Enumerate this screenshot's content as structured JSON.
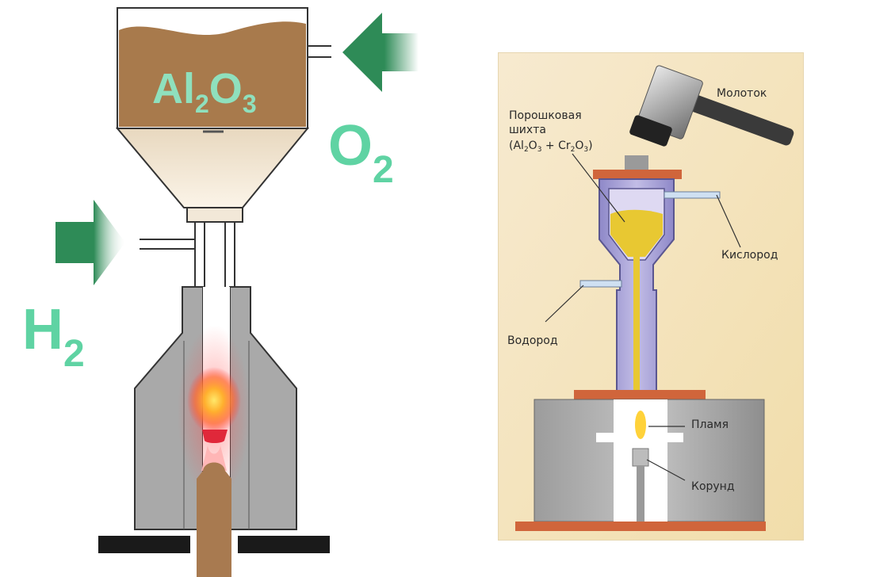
{
  "left": {
    "hopper_formula": {
      "al": "Al",
      "sub2": "2",
      "o": "O",
      "sub3": "3"
    },
    "oxygen_label": {
      "main": "O",
      "sub": "2"
    },
    "hydrogen_label": {
      "main": "H",
      "sub": "2"
    }
  },
  "right": {
    "hammer_label": "Молоток",
    "powder_label_line1": "Порошковая",
    "powder_label_line2": "шихта",
    "powder_formula": {
      "open": "(Al",
      "s1": "2",
      "o1": "O",
      "s2": "3",
      "plus": " + Cr",
      "s3": "2",
      "o2": "O",
      "s4": "3",
      "close": ")"
    },
    "oxygen_label": "Кислород",
    "hydrogen_label": "Водород",
    "flame_label": "Пламя",
    "corundum_label": "Корунд"
  },
  "colors": {
    "powder_brown": "#a87a4c",
    "gas_green": "#5fd3a3",
    "arrow_green": "#2e8b57",
    "furnace_gray": "#a9a9a9",
    "flame_orange": "#ff9a1e",
    "boule_brown": "#a87a50",
    "panel_bg": "#f4e4b4",
    "plate_orange": "#d0653b",
    "glass_purple": "#a9a3d8",
    "powder_yellow": "#e8c832"
  }
}
